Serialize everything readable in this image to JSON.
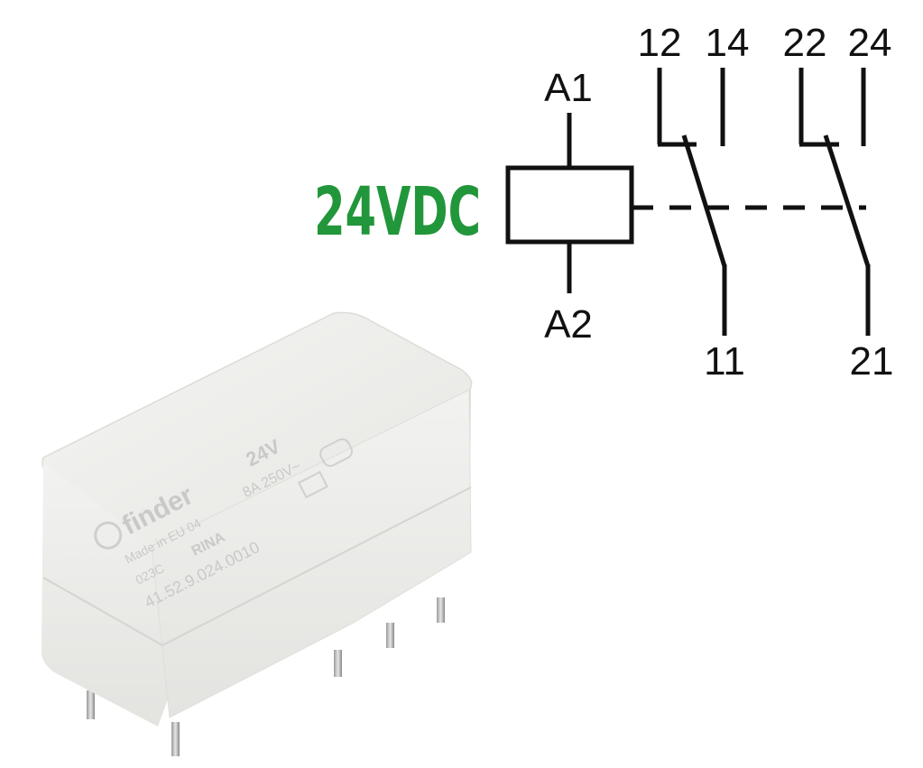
{
  "coil": {
    "voltage_label": "24VDC",
    "terminal_top": "A1",
    "terminal_bottom": "A2"
  },
  "contacts": {
    "set1": {
      "nc": "12",
      "no": "14",
      "common": "11"
    },
    "set2": {
      "nc": "22",
      "no": "24",
      "common": "21"
    }
  },
  "relay": {
    "brand": "finder",
    "made_in": "Made in EU 04",
    "code": "023C",
    "cert": "RINA",
    "part_number": "41.52.9.024.0010",
    "coil_rating": "24V",
    "contact_rating": "8A 250V~"
  },
  "colors": {
    "voltage_label": "#22963a",
    "lines": "#111111",
    "relay_body": "#ededeb"
  }
}
